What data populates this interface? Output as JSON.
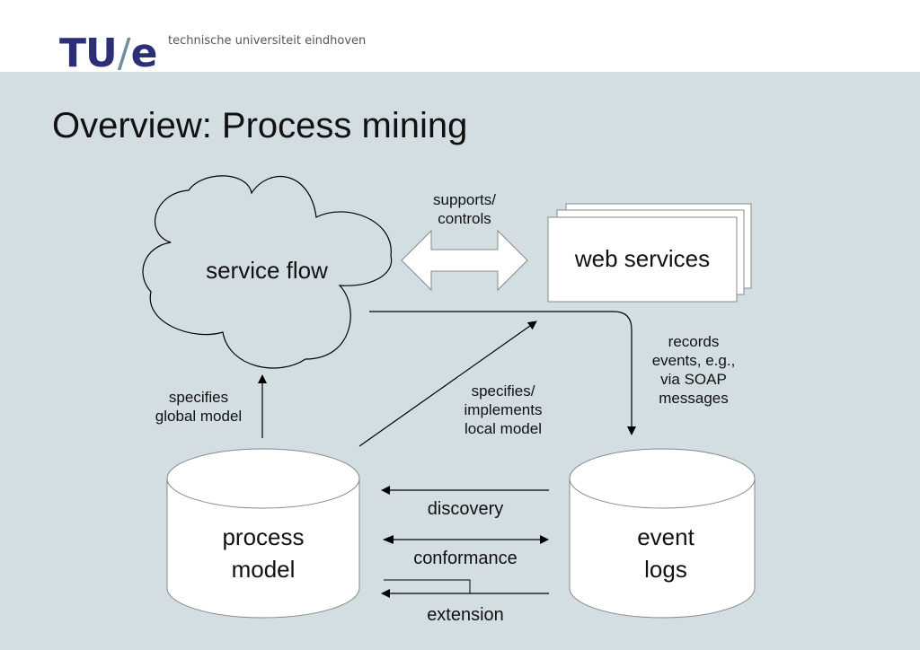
{
  "header": {
    "logo_letters": "TU",
    "logo_slash": "/",
    "logo_e": "e",
    "university_name": "technische universiteit eindhoven"
  },
  "slide": {
    "title": "Overview: Process mining"
  },
  "diagram": {
    "nodes": {
      "service_flow": "service flow",
      "web_services": "web services",
      "process_model_line1": "process",
      "process_model_line2": "model",
      "event_logs_line1": "event",
      "event_logs_line2": "logs"
    },
    "edges": {
      "supports_controls_line1": "supports/",
      "supports_controls_line2": "controls",
      "specifies_global_line1": "specifies",
      "specifies_global_line2": "global model",
      "specifies_local_line1": "specifies/",
      "specifies_local_line2": "implements",
      "specifies_local_line3": "local model",
      "records_line1": "records",
      "records_line2": "events, e.g.,",
      "records_line3": "via SOAP",
      "records_line4": "messages",
      "discovery": "discovery",
      "conformance": "conformance",
      "extension": "extension"
    }
  },
  "colors": {
    "background": "#d3dee3",
    "header_background": "#ffffff",
    "logo_primary": "#2b2f78",
    "logo_slash": "#6f8ea1",
    "shape_fill": "#ffffff",
    "line": "#000000"
  }
}
